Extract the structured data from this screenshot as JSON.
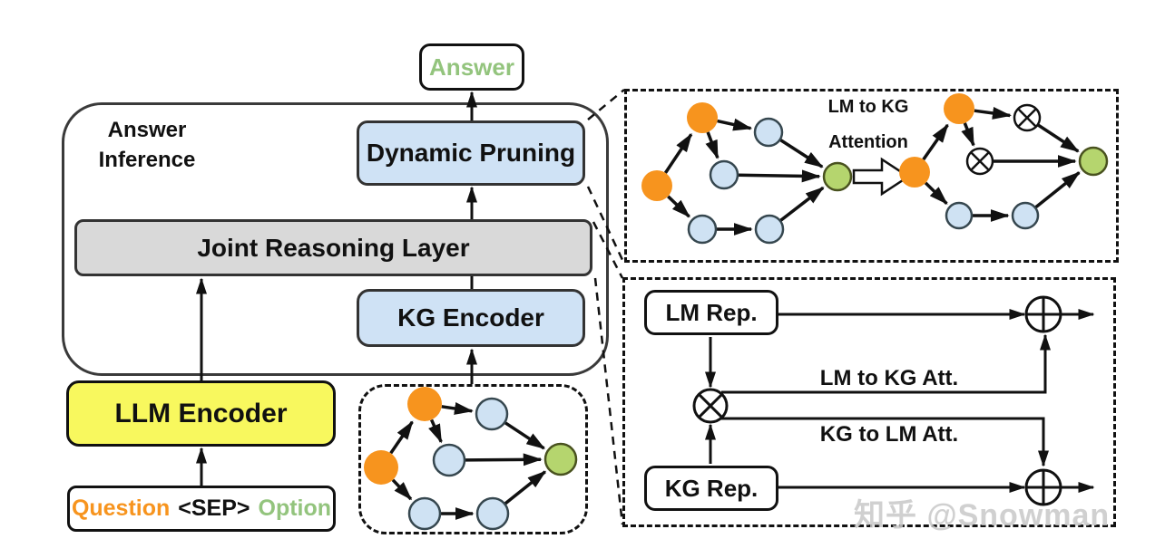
{
  "colors": {
    "node_orange": "#F7941E",
    "node_blue": "#CFE2F3",
    "node_blue_border": "#36474F",
    "node_green": "#B5D56E",
    "node_green_border": "#49521F",
    "box_blue": "#CFE2F5",
    "box_gray": "#D9D9D9",
    "box_yellow": "#F8F85E",
    "answer_green": "#93C47D",
    "question_orange": "#F7941E",
    "option_green": "#93C47D",
    "line": "#111111",
    "watermark_gray": "#C8C8C8"
  },
  "labels": {
    "answer": "Answer",
    "answer_inference_line1": "Answer",
    "answer_inference_line2": "Inference",
    "dynamic_pruning": "Dynamic Pruning",
    "joint_reasoning": "Joint Reasoning Layer",
    "kg_encoder": "KG Encoder",
    "llm_encoder": "LLM Encoder",
    "question": "Question",
    "sep": "<SEP>",
    "option": "Option",
    "lm_to_kg_line1": "LM to KG",
    "lm_to_kg_line2": "Attention",
    "lm_rep": "LM Rep.",
    "kg_rep": "KG Rep.",
    "lm_to_kg_att": "LM to KG Att.",
    "kg_to_lm_att": "KG to LM Att.",
    "watermark": "知乎 @Snowman"
  }
}
